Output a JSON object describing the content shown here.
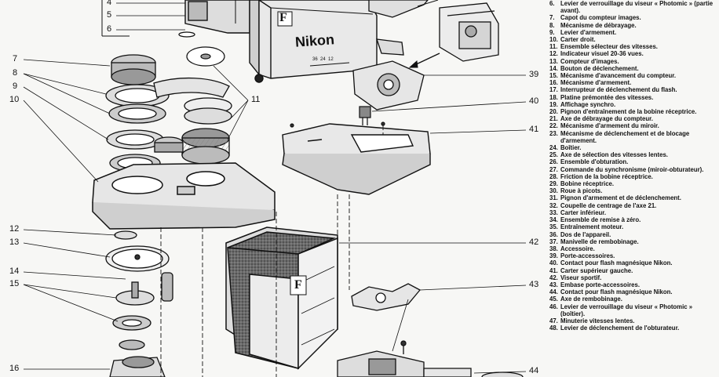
{
  "callouts": {
    "c4": "4",
    "c5": "5",
    "c6": "6",
    "c7": "7",
    "c8": "8",
    "c9": "9",
    "c10": "10",
    "c11": "11",
    "c12": "12",
    "c13": "13",
    "c14": "14",
    "c15": "15",
    "c16": "16",
    "c39": "39",
    "c40": "40",
    "c41": "41",
    "c42": "42",
    "c43": "43",
    "c44": "44"
  },
  "markings": {
    "brand": "Nikon",
    "prism_letter_top": "F",
    "prism_letter_bottom": "F",
    "counter_scale": "36  24  12"
  },
  "legend": [
    {
      "num": "6.",
      "text": "Levier de verrouillage du viseur « Photomic » (partie avant)."
    },
    {
      "num": "7.",
      "text": "Capot du compteur images."
    },
    {
      "num": "8.",
      "text": "Mécanisme de débrayage."
    },
    {
      "num": "9.",
      "text": "Levier d'armement."
    },
    {
      "num": "10.",
      "text": "Carter droit."
    },
    {
      "num": "11.",
      "text": "Ensemble sélecteur des vitesses."
    },
    {
      "num": "12.",
      "text": "Indicateur visuel 20-36 vues."
    },
    {
      "num": "13.",
      "text": "Compteur d'images."
    },
    {
      "num": "14.",
      "text": "Bouton de déclenchement."
    },
    {
      "num": "15.",
      "text": "Mécanisme d'avancement du compteur."
    },
    {
      "num": "16.",
      "text": "Mécanisme d'armement."
    },
    {
      "num": "17.",
      "text": "Interrupteur de déclenchement du flash."
    },
    {
      "num": "18.",
      "text": "Platine prémontée des vitesses."
    },
    {
      "num": "19.",
      "text": "Affichage synchro."
    },
    {
      "num": "20.",
      "text": "Pignon d'entraînement de la bobine réceptrice."
    },
    {
      "num": "21.",
      "text": "Axe de débrayage du compteur."
    },
    {
      "num": "22.",
      "text": "Mécanisme d'armement du miroir."
    },
    {
      "num": "23.",
      "text": "Mécanisme de déclenchement et de blocage d'armement."
    },
    {
      "num": "24.",
      "text": "Boîtier."
    },
    {
      "num": "25.",
      "text": "Axe de sélection des vitesses lentes."
    },
    {
      "num": "26.",
      "text": "Ensemble d'obturation."
    },
    {
      "num": "27.",
      "text": "Commande du synchronisme (miroir-obturateur)."
    },
    {
      "num": "28.",
      "text": "Friction de la bobine réceptrice."
    },
    {
      "num": "29.",
      "text": "Bobine réceptrice."
    },
    {
      "num": "30.",
      "text": "Roue à picots."
    },
    {
      "num": "31.",
      "text": "Pignon d'armement et de déclenchement."
    },
    {
      "num": "32.",
      "text": "Coupelle de centrage de l'axe 21."
    },
    {
      "num": "33.",
      "text": "Carter inférieur."
    },
    {
      "num": "34.",
      "text": "Ensemble de remise à zéro."
    },
    {
      "num": "35.",
      "text": "Entraînement moteur."
    },
    {
      "num": "36.",
      "text": "Dos de l'appareil."
    },
    {
      "num": "37.",
      "text": "Manivelle de rembobinage."
    },
    {
      "num": "38.",
      "text": "Accessoire."
    },
    {
      "num": "39.",
      "text": "Porte-accessoires."
    },
    {
      "num": "40.",
      "text": "Contact pour flash magnésique Nikon."
    },
    {
      "num": "41.",
      "text": "Carter supérieur gauche."
    },
    {
      "num": "42.",
      "text": "Viseur sportif."
    },
    {
      "num": "43.",
      "text": "Embase porte-accessoires."
    },
    {
      "num": "44.",
      "text": "Contact pour flash magnésique Nikon."
    },
    {
      "num": "45.",
      "text": "Axe de rembobinage."
    },
    {
      "num": "46.",
      "text": "Levier de verrouillage du viseur « Photomic » (boîtier)."
    },
    {
      "num": "47.",
      "text": "Minuterie vitesses lentes."
    },
    {
      "num": "48.",
      "text": "Levier de déclenchement de l'obturateur."
    }
  ]
}
